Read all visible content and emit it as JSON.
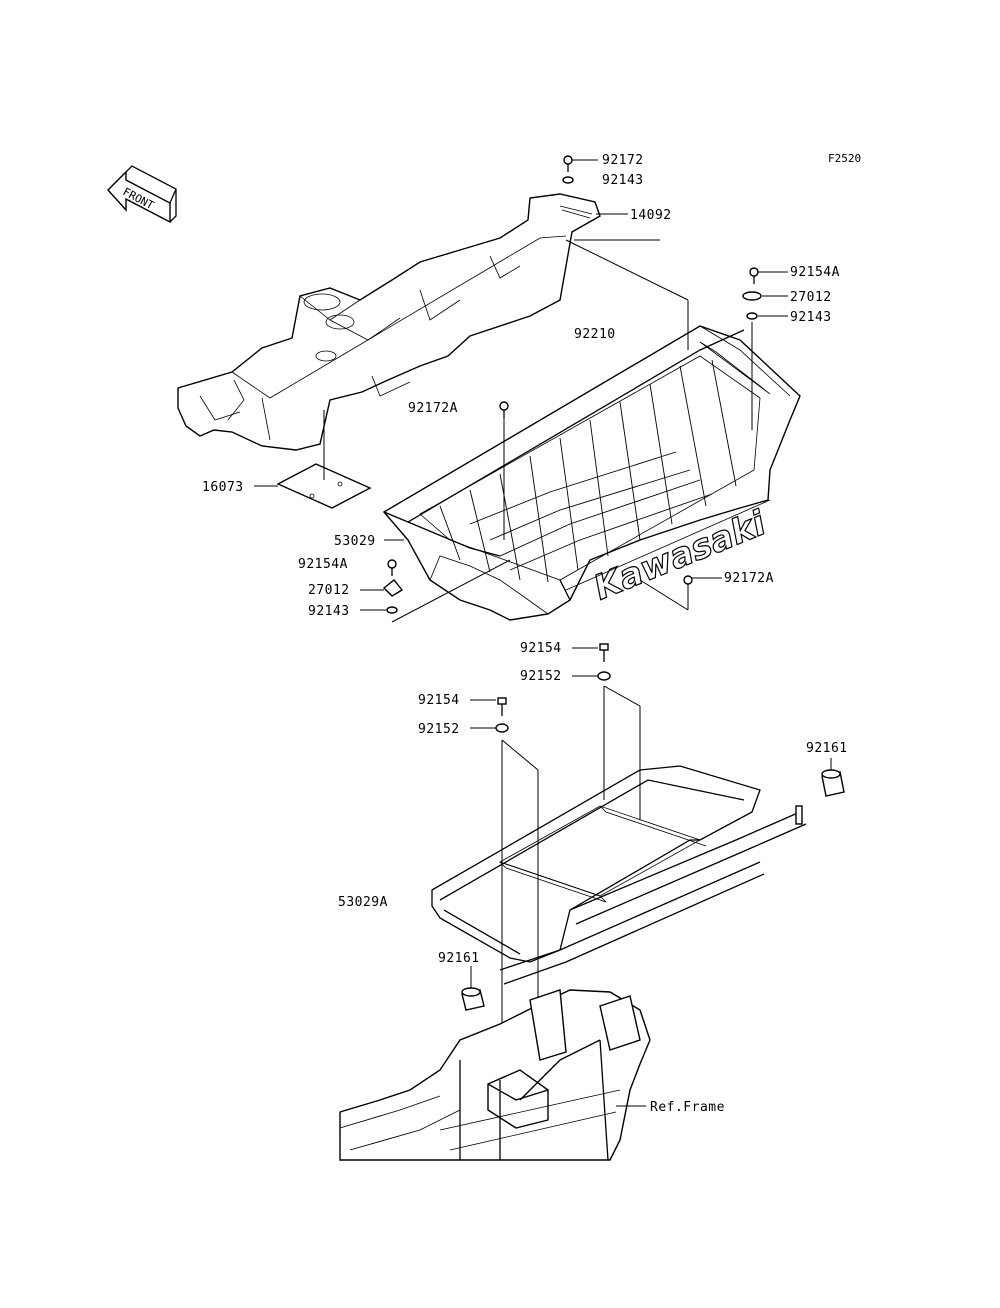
{
  "figure_code": "F2520",
  "front_arrow_label": "FRONT",
  "brand_text": "Kawasaki",
  "labels": {
    "p92172": "92172",
    "p92143_top": "92143",
    "p14092": "14092",
    "p92154A_right": "92154A",
    "p27012_right": "27012",
    "p92143_right": "92143",
    "p92210": "92210",
    "p92172A_left": "92172A",
    "p16073": "16073",
    "p53029": "53029",
    "p92154A_left": "92154A",
    "p27012_left": "27012",
    "p92143_left": "92143",
    "p92172A_right": "92172A",
    "p92154_right": "92154",
    "p92152_right": "92152",
    "p92154_left": "92154",
    "p92152_left": "92152",
    "p92161_right": "92161",
    "p53029A": "53029A",
    "p92161_left": "92161",
    "ref_frame": "Ref.Frame"
  }
}
